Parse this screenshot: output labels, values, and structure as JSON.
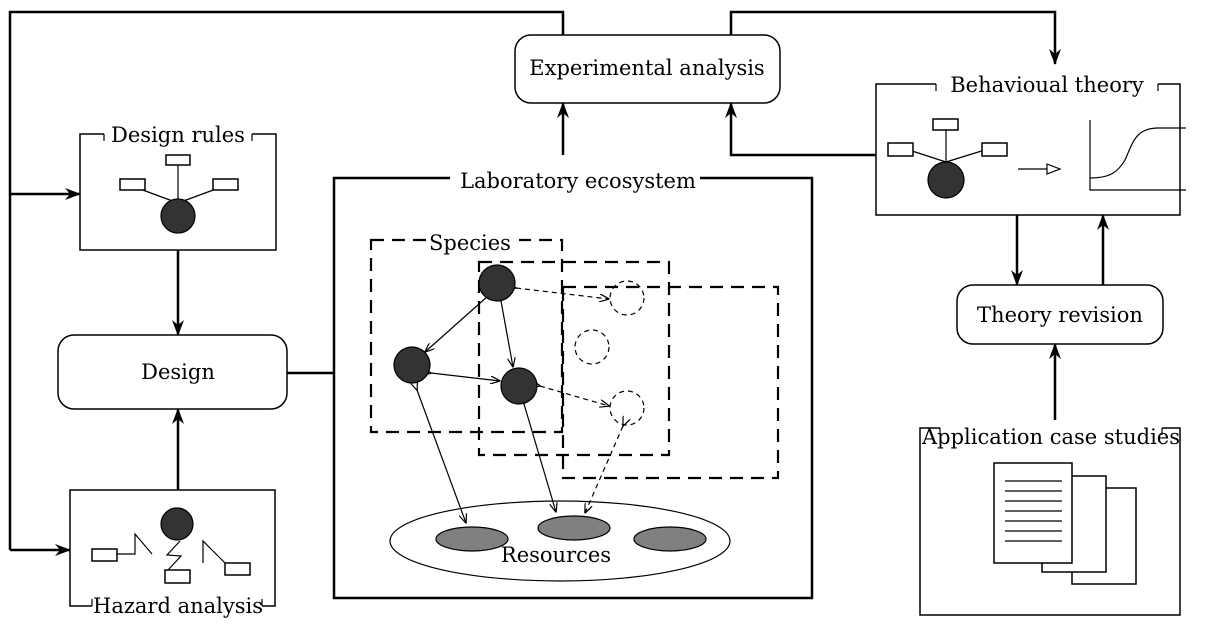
{
  "nodes": {
    "experimental_analysis": "Experimental analysis",
    "behavioural_theory": "Behavioual theory",
    "design_rules": "Design rules",
    "laboratory_ecosystem": "Laboratory ecosystem",
    "species": "Species",
    "design": "Design",
    "theory_revision": "Theory revision",
    "application_case_studies": "Application case studies",
    "resources": "Resources",
    "hazard_analysis": "Hazard analysis"
  },
  "colors": {
    "stroke": "#000000",
    "species_fill": "#333333",
    "resource_fill": "#808080",
    "background": "#ffffff"
  }
}
